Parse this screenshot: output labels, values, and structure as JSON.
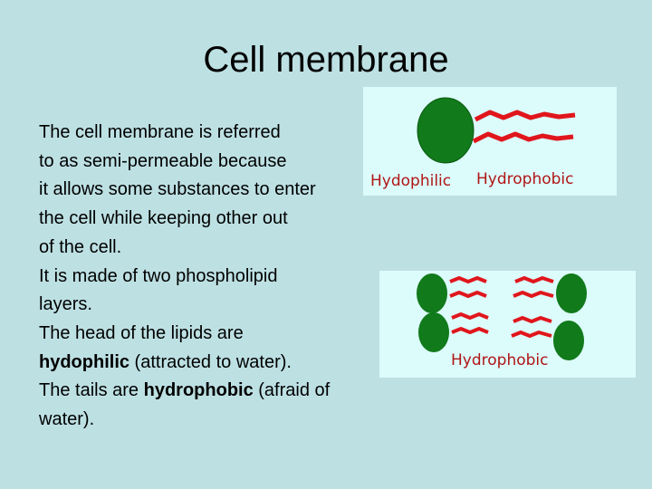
{
  "slide": {
    "title": "Cell membrane",
    "lines": [
      [
        {
          "t": "The cell membrane is referred"
        }
      ],
      [
        {
          "t": "to as semi-permeable because"
        }
      ],
      [
        {
          "t": "it allows some substances to enter"
        }
      ],
      [
        {
          "t": "the cell while keeping other out"
        }
      ],
      [
        {
          "t": "of the cell."
        }
      ],
      [
        {
          "t": "It is made of two phospholipid"
        }
      ],
      [
        {
          "t": "layers."
        }
      ],
      [
        {
          "t": "The head of the  lipids are"
        }
      ],
      [
        {
          "t": "hydophilic",
          "b": true
        },
        {
          "t": " (attracted to water)."
        }
      ],
      [
        {
          "t": "The tails are "
        },
        {
          "t": "hydrophobic",
          "b": true
        },
        {
          "t": " (afraid of"
        }
      ],
      [
        {
          "t": "water)."
        }
      ]
    ]
  },
  "figure_single": {
    "label_head": "Hydophilic",
    "label_tail": "Hydrophobic"
  },
  "figure_bilayer": {
    "label_tail": "Hydrophobic"
  },
  "colors": {
    "background": "#bde0e3",
    "figure_bg": "#dcfbfb",
    "head": "#117a1b",
    "tail": "#e0161c",
    "label": "#b01616"
  }
}
